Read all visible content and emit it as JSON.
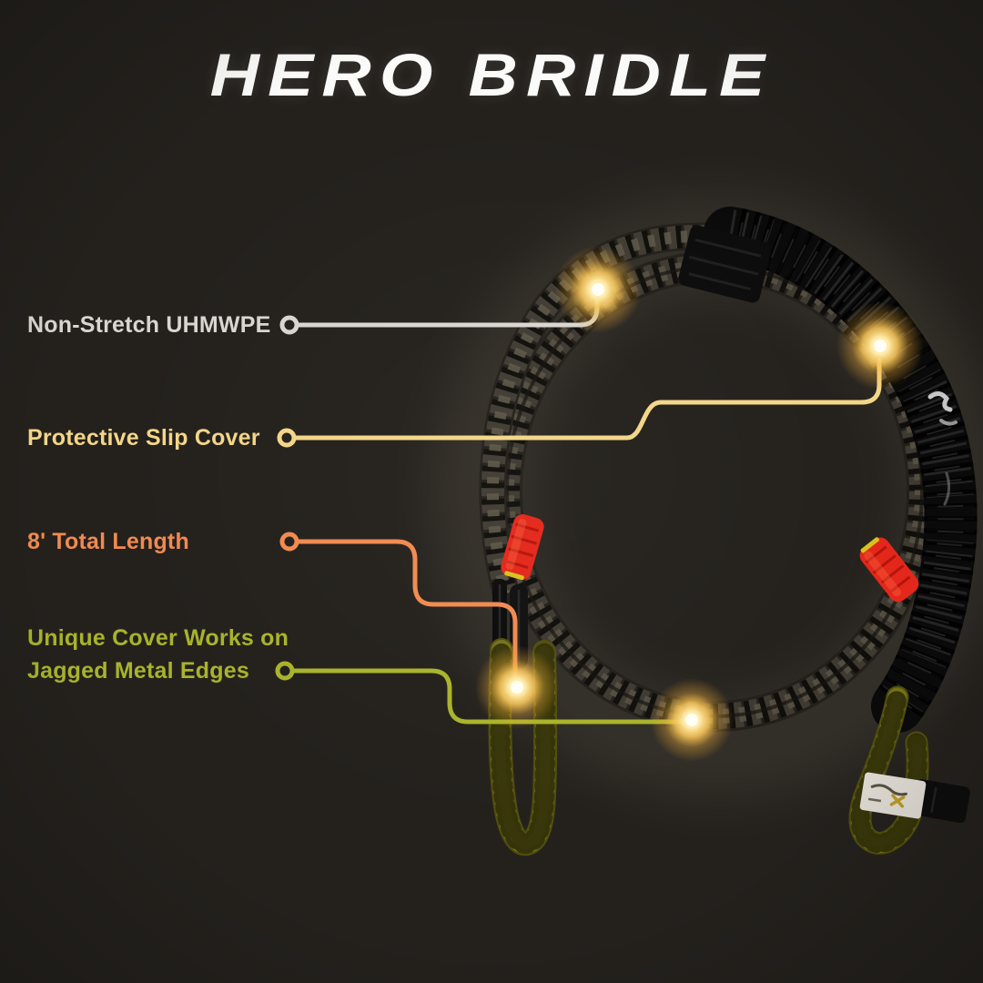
{
  "title": "HERO BRIDLE",
  "colors": {
    "background": "#24211d",
    "title": "#fafaf8",
    "non_stretch": "#d9d6d1",
    "slip_cover": "#f3d688",
    "total_length": "#f28a50",
    "jagged_edges": "#a9b32b",
    "glow": "#f8c65a",
    "rope_braid": "#3e3a32",
    "cover_fabric": "#0a0a0a",
    "red_wrap": "#e4271b",
    "olive_rope": "#75711a",
    "tag": "#dfdbd3"
  },
  "callouts": {
    "non_stretch": {
      "text": "Non-Stretch UHMWPE"
    },
    "slip_cover": {
      "text": "Protective Slip Cover"
    },
    "total_length": {
      "text": "8' Total Length"
    },
    "jagged_edges": {
      "text_line1": "Unique Cover Works on",
      "text_line2": "Jagged Metal Edges"
    }
  }
}
